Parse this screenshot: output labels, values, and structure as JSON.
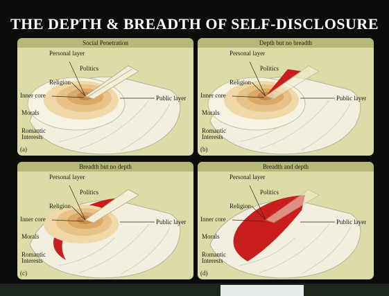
{
  "title": "THE DEPTH & BREADTH OF SELF-DISCLOSURE",
  "labels": {
    "personal": "Personal layer",
    "politics": "Politics",
    "religion": "Religion",
    "inner_core": "Inner core",
    "public": "Public layer",
    "morals": "Morals",
    "romantic": "Romantic Interests"
  },
  "highlight_color": "#c81e1e",
  "panels": [
    {
      "id": "a",
      "header": "Social Penetration",
      "letter": "(a)",
      "highlight": "none"
    },
    {
      "id": "b",
      "header": "Depth but no breadth",
      "letter": "(b)",
      "highlight": "depth"
    },
    {
      "id": "c",
      "header": "Breadth but no depth",
      "letter": "(c)",
      "highlight": "breadth"
    },
    {
      "id": "d",
      "header": "Breadth and depth",
      "letter": "(d)",
      "highlight": "both"
    }
  ]
}
